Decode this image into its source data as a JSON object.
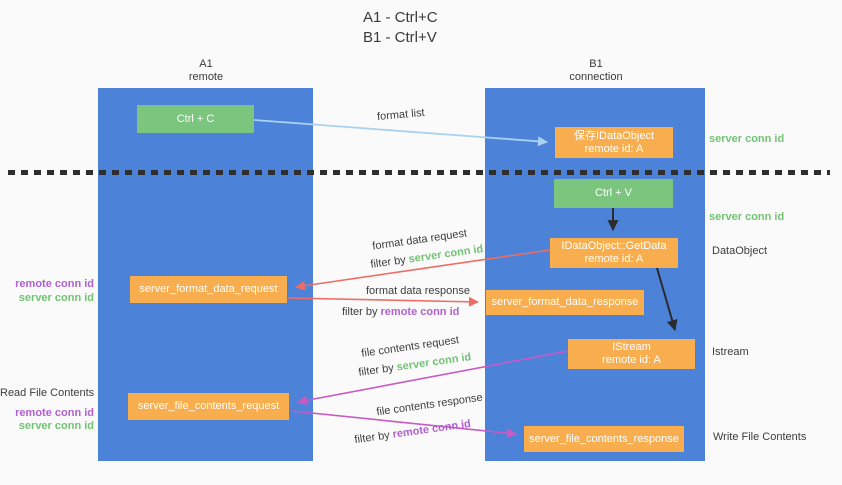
{
  "title": {
    "line1": "A1 - Ctrl+C",
    "line2": "B1 - Ctrl+V"
  },
  "columns": {
    "a1": {
      "label": "A1",
      "sublabel": "remote"
    },
    "b1": {
      "label": "B1",
      "sublabel": "connection"
    }
  },
  "nodes": {
    "ctrl_c": {
      "label": "Ctrl + C"
    },
    "save_dataobject": {
      "line1": "保存IDataObject",
      "line2": "remote id: A"
    },
    "ctrl_v": {
      "label": "Ctrl + V"
    },
    "getdata": {
      "line1": "IDataObject::GetData",
      "line2": "remote id: A"
    },
    "server_format_data_request": {
      "label": "server_format_data_request"
    },
    "server_format_data_response": {
      "label": "server_format_data_response"
    },
    "istream": {
      "line1": "IStream",
      "line2": "remote id: A"
    },
    "server_file_contents_request": {
      "label": "server_file_contents_request"
    },
    "server_file_contents_response": {
      "label": "server_file_contents_response"
    }
  },
  "arrow_labels": {
    "format_list": "format list",
    "format_data_request": "format data request",
    "format_data_request_filter": {
      "prefix": "filter by ",
      "value": "server conn id"
    },
    "format_data_response": "format data response",
    "format_data_response_filter": {
      "prefix": "filter by ",
      "value": "remote conn id"
    },
    "file_contents_request": "file contents request",
    "file_contents_request_filter": {
      "prefix": "filter by ",
      "value": "server conn id"
    },
    "file_contents_response": "file contents response",
    "file_contents_response_filter": {
      "prefix": "filter by ",
      "value": "remote conn id"
    }
  },
  "left_labels": {
    "format_group": {
      "remote_conn_id": "remote conn id",
      "server_conn_id": "server conn id"
    },
    "file_group": {
      "title": "Read File Contents",
      "remote_conn_id": "remote conn id",
      "server_conn_id": "server conn id"
    }
  },
  "right_labels": {
    "server_conn_id_top": "server conn id",
    "server_conn_id_mid": "server conn id",
    "dataobject": "DataObject",
    "istream": "Istream",
    "write_file_contents": "Write File Contents"
  },
  "colors": {
    "background": "#fafafa",
    "column_blue": "#4c83d9",
    "node_green": "#7cc57e",
    "node_orange": "#f8ae4e",
    "text_green": "#72c373",
    "text_purple": "#b160cf",
    "arrow_red": "#ec6e66",
    "arrow_magenta": "#c75ac3",
    "arrow_lightblue": "#a9d2f0",
    "arrow_black": "#2b2b2b"
  }
}
